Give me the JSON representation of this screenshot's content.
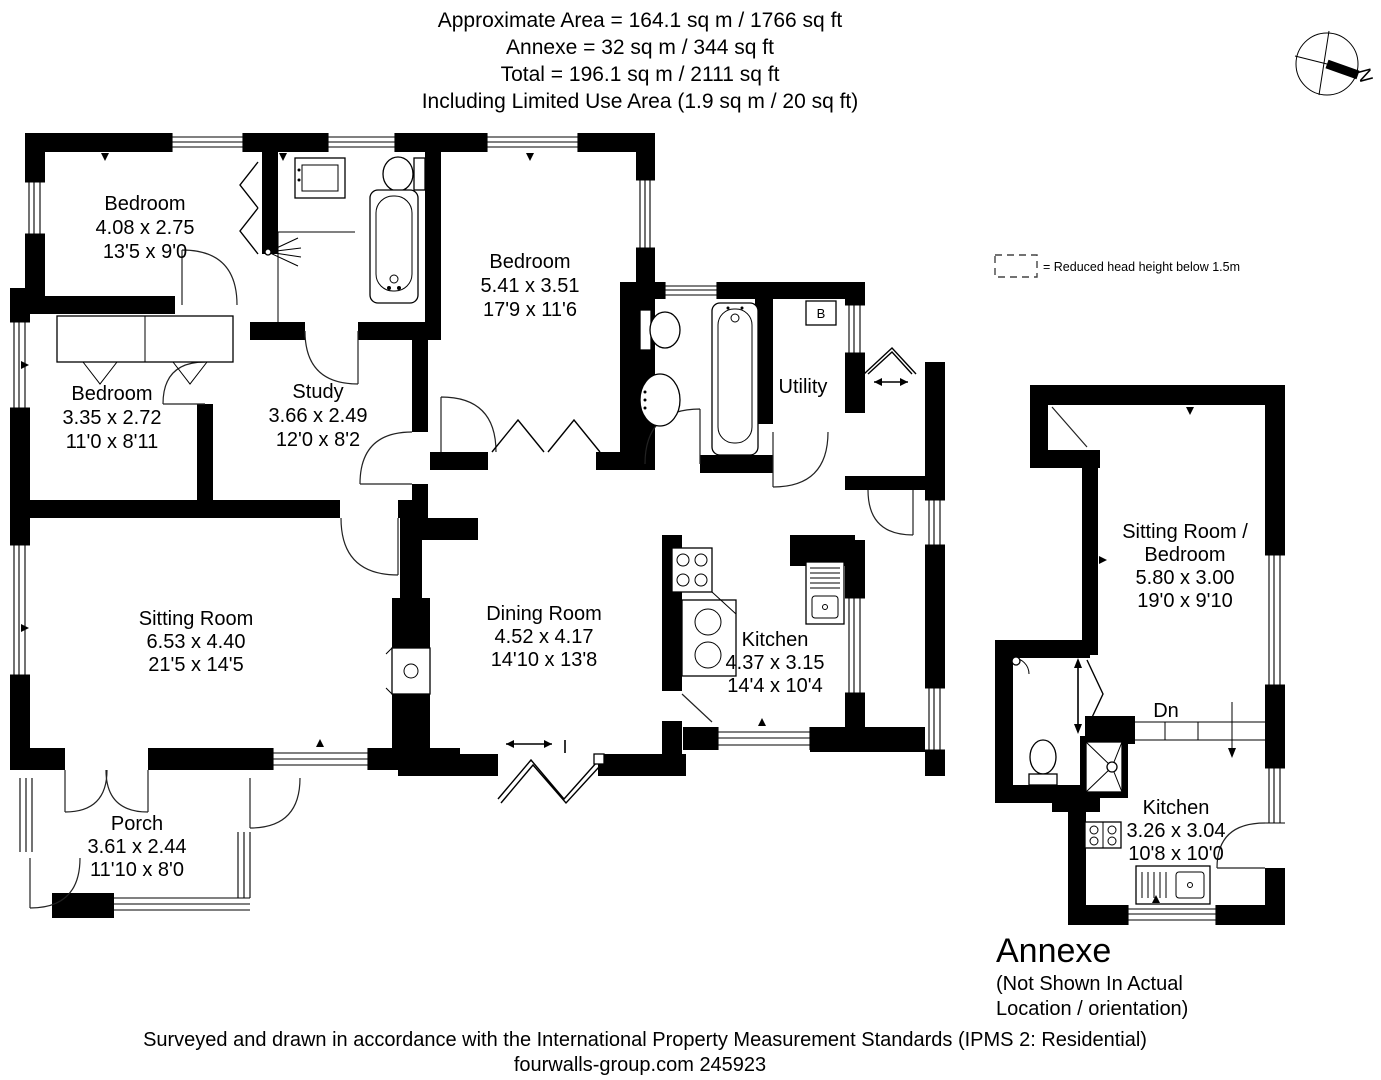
{
  "header": {
    "line1": "Approximate Area = 164.1 sq m / 1766 sq ft",
    "line2": "Annexe = 32 sq m / 344 sq ft",
    "line3": "Total = 196.1 sq m / 2111 sq ft",
    "line4": "Including Limited Use Area (1.9 sq m / 20 sq ft)"
  },
  "compass": {
    "north": "N"
  },
  "legend": {
    "label": "= Reduced head height below 1.5m"
  },
  "rooms": {
    "bedroom_top": {
      "name": "Bedroom",
      "metric": "4.08 x 2.75",
      "imperial": "13'5 x 9'0"
    },
    "bedroom_large": {
      "name": "Bedroom",
      "metric": "5.41 x 3.51",
      "imperial": "17'9 x 11'6"
    },
    "bedroom_left": {
      "name": "Bedroom",
      "metric": "3.35 x 2.72",
      "imperial": "11'0 x 8'11"
    },
    "study": {
      "name": "Study",
      "metric": "3.66 x 2.49",
      "imperial": "12'0 x 8'2"
    },
    "utility": {
      "name": "Utility"
    },
    "sitting_room": {
      "name": "Sitting Room",
      "metric": "6.53 x 4.40",
      "imperial": "21'5 x 14'5"
    },
    "dining_room": {
      "name": "Dining Room",
      "metric": "4.52 x 4.17",
      "imperial": "14'10 x 13'8"
    },
    "kitchen": {
      "name": "Kitchen",
      "metric": "4.37 x 3.15",
      "imperial": "14'4 x 10'4"
    },
    "porch": {
      "name": "Porch",
      "metric": "3.61 x 2.44",
      "imperial": "11'10 x 8'0"
    }
  },
  "markers": {
    "boiler": "B"
  },
  "annexe": {
    "sitting_bedroom": {
      "name_line1": "Sitting Room /",
      "name_line2": "Bedroom",
      "metric": "5.80 x 3.00",
      "imperial": "19'0 x 9'10"
    },
    "kitchen": {
      "name": "Kitchen",
      "metric": "3.26 x 3.04",
      "imperial": "10'8 x 10'0"
    },
    "stairs_label": "Dn",
    "heading": "Annexe",
    "note_line1": "(Not Shown In Actual",
    "note_line2": "Location / orientation)"
  },
  "footer": {
    "line1": "Surveyed and drawn in accordance with the International Property Measurement Standards (IPMS 2: Residential)",
    "line2": "fourwalls-group.com 245923"
  }
}
